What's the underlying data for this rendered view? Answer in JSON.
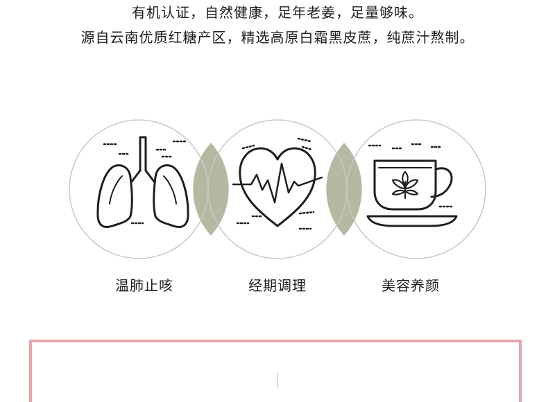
{
  "intro": {
    "line1": "有机认证，自然健康，足年老姜，足量够味。",
    "line2": "源自云南优质红糖产区，精选高原白霜黑皮蔗，纯蔗汁熬制。"
  },
  "benefits": [
    {
      "label": "温肺止咳",
      "icon": "lungs-icon"
    },
    {
      "label": "经期调理",
      "icon": "heart-pulse-icon"
    },
    {
      "label": "美容养颜",
      "icon": "herbal-tea-cup-icon"
    }
  ],
  "colors": {
    "circle_stroke": "#c8c8c8",
    "overlap_fill": "#b6b9a1",
    "frame_border": "#e3a7ad",
    "icon_stroke": "#1e1e1e"
  }
}
